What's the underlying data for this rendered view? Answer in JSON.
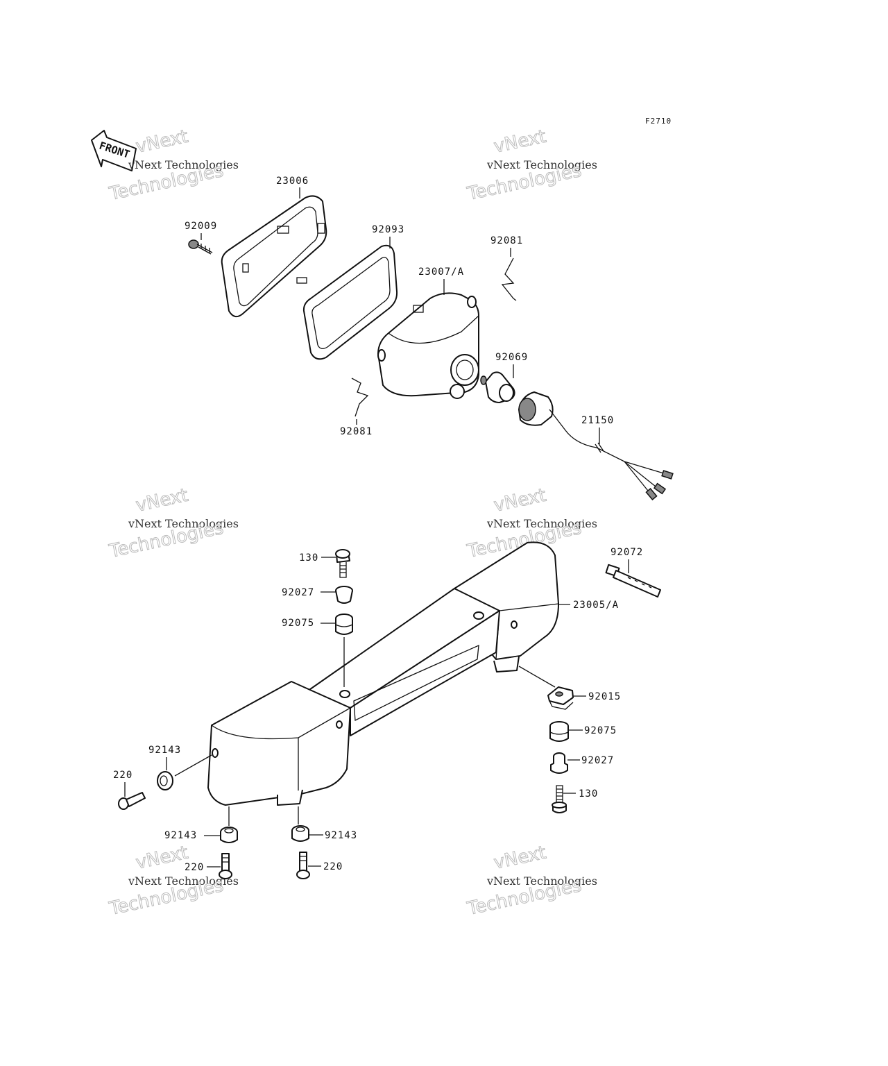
{
  "figure_code": "F2710",
  "front_label": "FRONT",
  "watermark": {
    "line1": "vNext Technologies",
    "line2": "vNext",
    "line3": "Technologies"
  },
  "callouts": {
    "c23006": "23006",
    "c92009": "92009",
    "c92093": "92093",
    "c92081_top": "92081",
    "c23007A": "23007/A",
    "c92069": "92069",
    "c92081_bottom": "92081",
    "c21150": "21150",
    "c130_left": "130",
    "c92027_left": "92027",
    "c92075_left": "92075",
    "c92072": "92072",
    "c23005A": "23005/A",
    "c92015": "92015",
    "c92075_right": "92075",
    "c92027_right": "92027",
    "c130_right": "130",
    "c92143_side": "92143",
    "c220_side": "220",
    "c92143_left": "92143",
    "c92143_right": "92143",
    "c220_left": "220",
    "c220_right": "220"
  }
}
